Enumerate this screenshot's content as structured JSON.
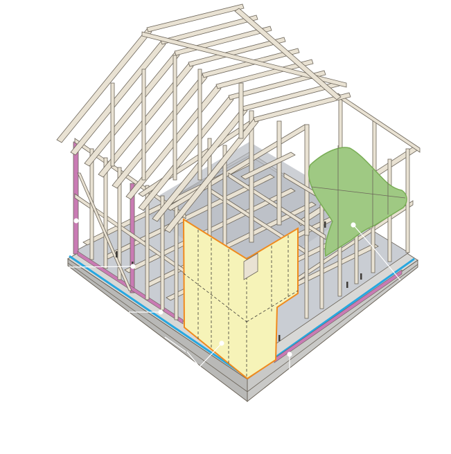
{
  "diagram": {
    "subject": "timber-frame-house-isometric",
    "colors": {
      "background": "#ffffff",
      "timber": "#e9e2d3",
      "timber_edge": "#6b6459",
      "ground_panel": "#c9cdd3",
      "ground_shadow": "#a9adb4",
      "foundation_top": "#d8d8d6",
      "foundation_side": "#b9b9b7",
      "sill_blue": "#27a7e0",
      "stud_pink": "#c97bb4",
      "plywood_fill": "#f6f3b8",
      "plywood_edge": "#f08a1d",
      "bracing_fill": "#9fc983",
      "bracing_edge": "#79ad55",
      "leader": "#ffffff",
      "anchor_bolt": "#3e3b37"
    },
    "callouts": [
      {
        "target": "corner-stud"
      },
      {
        "target": "foundation-sill"
      },
      {
        "target": "sill-plate"
      },
      {
        "target": "structural-plywood"
      },
      {
        "target": "floor-joists"
      },
      {
        "target": "lower-sill"
      },
      {
        "target": "diagonal-bracing"
      },
      {
        "target": "wall-stud"
      }
    ]
  }
}
